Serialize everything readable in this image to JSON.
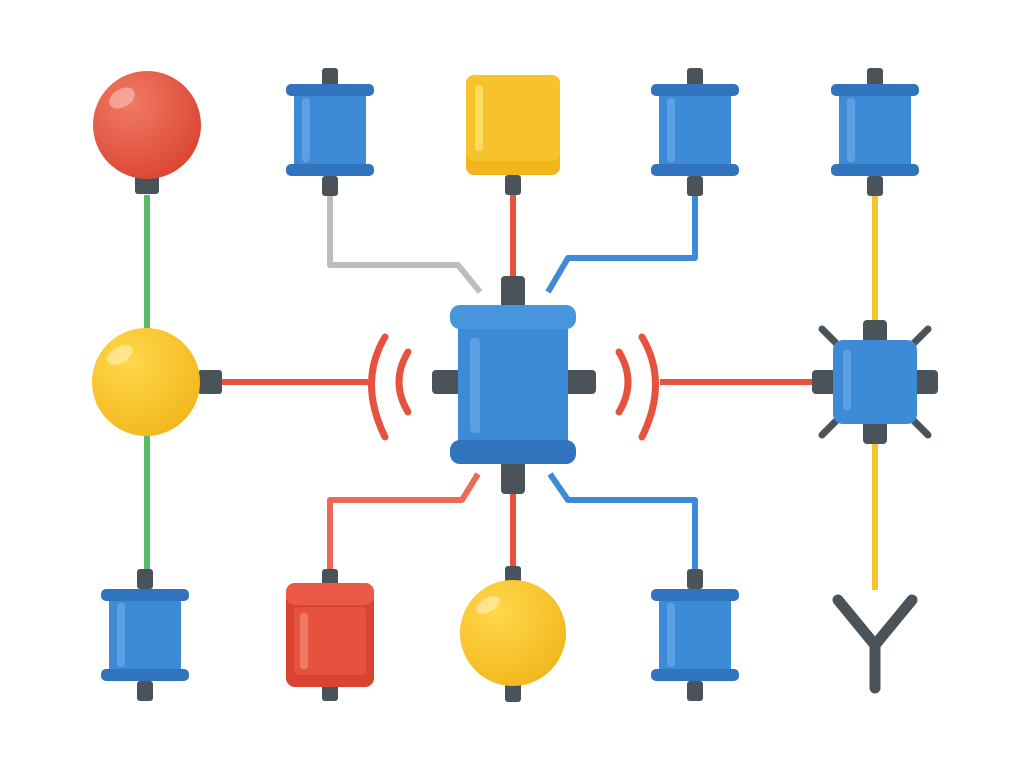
{
  "colors": {
    "blue": "#3d8bd6",
    "blue_dark": "#2f74bd",
    "red": "#e5533f",
    "yellow": "#f7c22c",
    "green": "#5cb96a",
    "gray_wire": "#bdbdbd",
    "connector": "#4a525a"
  },
  "components": {
    "top_row": [
      "red-sphere",
      "blue-cylinder",
      "yellow-box",
      "blue-cylinder",
      "blue-cylinder"
    ],
    "middle_row": [
      "yellow-sphere",
      "signal-arcs",
      "central-blue-hub",
      "signal-arcs",
      "blue-chip"
    ],
    "bottom_row": [
      "blue-cylinder",
      "red-box",
      "yellow-sphere",
      "blue-cylinder",
      "antenna"
    ]
  }
}
